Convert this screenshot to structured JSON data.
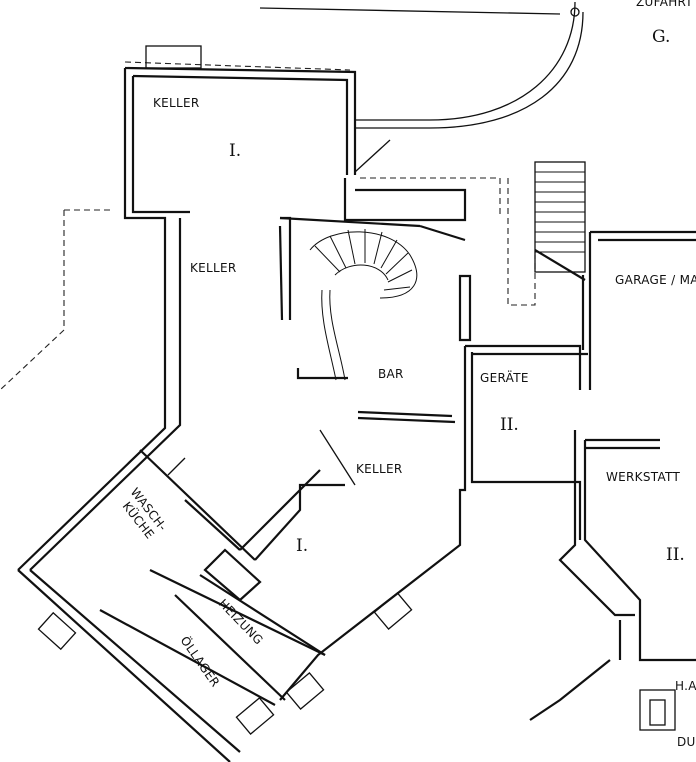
{
  "labels": {
    "zufahrt": "ZUFAHRT",
    "g": "G.",
    "keller_top": "KELLER",
    "zone_top": "I.",
    "keller_mid": "KELLER",
    "garage": "GARAGE / MAS",
    "bar": "BAR",
    "geraete": "GERÄTE",
    "zone_geraete": "II.",
    "keller_low": "KELLER",
    "werkstatt": "WERKSTATT",
    "zone_werkstatt": "II.",
    "wasch_1": "WASCH-",
    "wasch_2": "KÜCHE",
    "zone_low": "I.",
    "heizung": "HEIZUNG",
    "oellager": "ÖLLAGER",
    "ha": "H.A",
    "du": "DU."
  }
}
